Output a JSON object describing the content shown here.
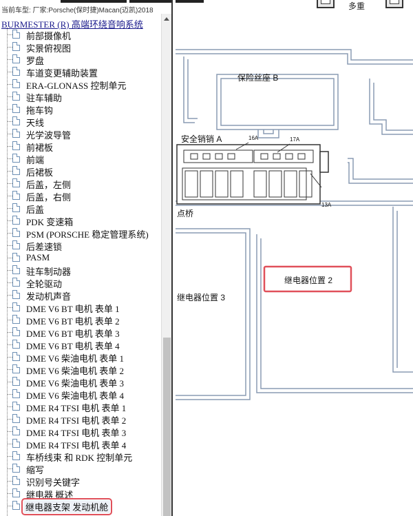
{
  "header": {
    "vehicle_text": "当前车型:   厂家:Porsche(保时捷)Macan(迈凯)2018",
    "toolbar_label": "多重"
  },
  "tree": {
    "root_label": "BURMESTER (R) 高端环绕音响系统",
    "items": [
      "前部摄像机",
      "实景俯视图",
      "罗盘",
      "车道变更辅助装置",
      "ERA-GLONASS 控制单元",
      "驻车辅助",
      "拖车钩",
      "天线",
      "光学波导管",
      "前裙板",
      "前端",
      "后裙板",
      "后盖，左侧",
      "后盖，右侧",
      "后盖",
      "PDK 变速箱",
      "PSM (PORSCHE 稳定管理系统)",
      "后差速锁",
      "PASM",
      "驻车制动器",
      "全轮驱动",
      "发动机声音",
      "DME V6 BT 电机 表单 1",
      "DME V6 BT 电机 表单 2",
      "DME V6 BT 电机 表单 3",
      "DME V6 BT 电机 表单 4",
      "DME V6 柴油电机 表单 1",
      "DME V6 柴油电机 表单 2",
      "DME V6 柴油电机 表单 3",
      "DME V6 柴油电机 表单 4",
      "DME R4 TFSI 电机 表单 1",
      "DME R4 TFSI 电机 表单 2",
      "DME R4 TFSI 电机 表单 3",
      "DME R4 TFSI 电机 表单 4",
      "车桥线束 和 RDK 控制单元",
      "缩写",
      "识别号关键字",
      "继电器 概述",
      "继电器支架 发动机舱"
    ],
    "selected_index": 38
  },
  "diagram": {
    "fuse_seat_b": "保险丝座 B",
    "safety_pin_a": "安全销销 A",
    "label_16a": "16A",
    "label_17a": "17A",
    "label_13a": "13A",
    "dianqiao": "点桥",
    "relay_pos_2": "继电器位置 2",
    "relay_pos_3": "继电器位置 3",
    "highlight_color": "#e0505a"
  }
}
